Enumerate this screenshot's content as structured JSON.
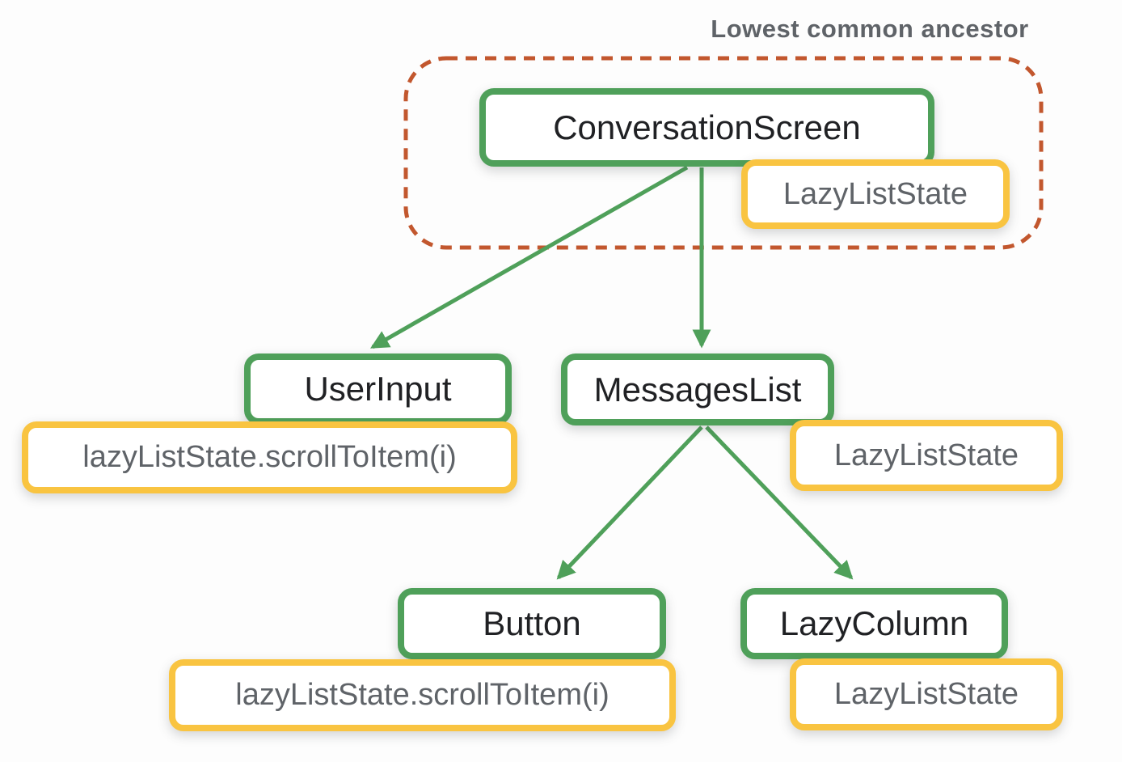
{
  "annotation": {
    "label": "Lowest common ancestor"
  },
  "colors": {
    "composable_border": "#4fa05a",
    "state_border": "#f9c441",
    "lca_boundary": "#c2572e",
    "composable_text": "#202124",
    "state_text": "#5f6368",
    "annotation_text": "#5f6368",
    "arrow": "#4fa05a"
  },
  "nodes": [
    {
      "label": "ConversationScreen",
      "attachment": "LazyListState",
      "inside_lca": true
    },
    {
      "label": "UserInput",
      "attachment": "lazyListState.scrollToItem(i)",
      "inside_lca": false
    },
    {
      "label": "MessagesList",
      "attachment": "LazyListState",
      "inside_lca": false
    },
    {
      "label": "Button",
      "attachment": "lazyListState.scrollToItem(i)",
      "inside_lca": false
    },
    {
      "label": "LazyColumn",
      "attachment": "LazyListState",
      "inside_lca": false
    }
  ],
  "edges": [
    {
      "from": "ConversationScreen",
      "to": "UserInput"
    },
    {
      "from": "ConversationScreen",
      "to": "MessagesList"
    },
    {
      "from": "MessagesList",
      "to": "Button"
    },
    {
      "from": "MessagesList",
      "to": "LazyColumn"
    }
  ]
}
